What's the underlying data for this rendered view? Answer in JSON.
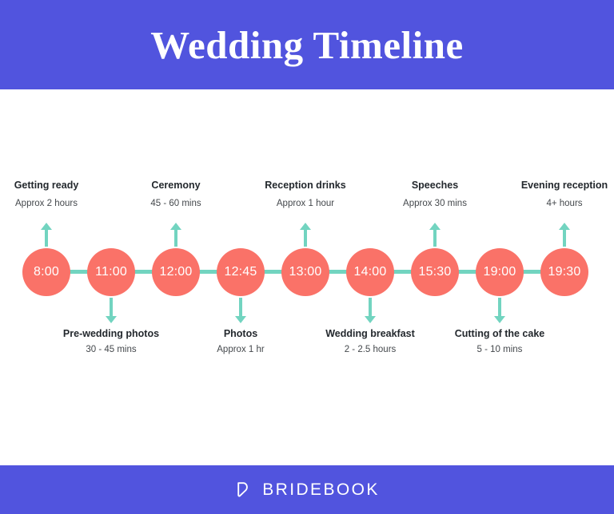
{
  "header": {
    "title": "Wedding Timeline",
    "background_color": "#5154de",
    "text_color": "#ffffff"
  },
  "colors": {
    "brand_blue": "#5154de",
    "node_coral": "#fa7268",
    "connector_teal": "#72d4c0",
    "label_dark": "#23282d",
    "label_gray": "#44484c",
    "page_white": "#ffffff"
  },
  "timeline": {
    "nodes": [
      {
        "time": "8:00"
      },
      {
        "time": "11:00"
      },
      {
        "time": "12:00"
      },
      {
        "time": "12:45"
      },
      {
        "time": "13:00"
      },
      {
        "time": "14:00"
      },
      {
        "time": "15:30"
      },
      {
        "time": "19:00"
      },
      {
        "time": "19:30"
      }
    ],
    "events_above": [
      {
        "title": "Getting ready",
        "duration": "Approx 2 hours",
        "node_index": 0
      },
      {
        "title": "Ceremony",
        "duration": "45 - 60 mins",
        "node_index": 2
      },
      {
        "title": "Reception drinks",
        "duration": "Approx 1 hour",
        "node_index": 4
      },
      {
        "title": "Speeches",
        "duration": "Approx 30 mins",
        "node_index": 6
      },
      {
        "title": "Evening reception",
        "duration": "4+ hours",
        "node_index": 8
      }
    ],
    "events_below": [
      {
        "title": "Pre-wedding photos",
        "duration": "30 - 45 mins",
        "node_index": 1
      },
      {
        "title": "Photos",
        "duration": "Approx 1 hr",
        "node_index": 3
      },
      {
        "title": "Wedding breakfast",
        "duration": "2 - 2.5 hours",
        "node_index": 5
      },
      {
        "title": "Cutting of the cake",
        "duration": "5 - 10 mins",
        "node_index": 7
      }
    ]
  },
  "footer": {
    "brand_name": "BRIDEBOOK",
    "logo_icon": "bridebook-heart-icon",
    "background_color": "#5154de"
  }
}
